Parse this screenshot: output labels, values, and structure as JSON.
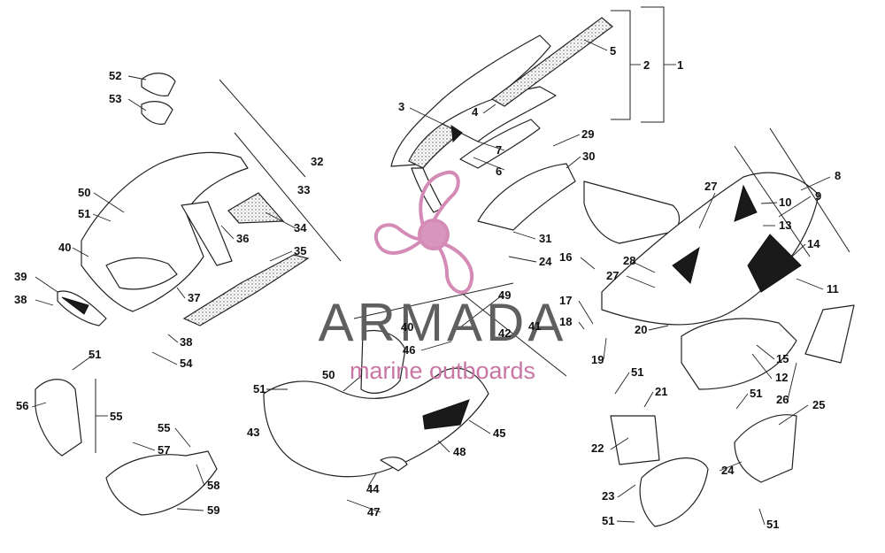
{
  "watermark": {
    "brand": "ARMADA",
    "tagline": "marine outboards",
    "accent_color": "#d48bb5",
    "text_color": "#5f5f5f"
  },
  "callouts": [
    {
      "id": "c1",
      "label": "1"
    },
    {
      "id": "c2",
      "label": "2"
    },
    {
      "id": "c3",
      "label": "3"
    },
    {
      "id": "c4",
      "label": "4"
    },
    {
      "id": "c5",
      "label": "5"
    },
    {
      "id": "c6",
      "label": "6"
    },
    {
      "id": "c7",
      "label": "7"
    },
    {
      "id": "c8",
      "label": "8"
    },
    {
      "id": "c9",
      "label": "9"
    },
    {
      "id": "c10",
      "label": "10"
    },
    {
      "id": "c11",
      "label": "11"
    },
    {
      "id": "c12",
      "label": "12"
    },
    {
      "id": "c13",
      "label": "13"
    },
    {
      "id": "c14",
      "label": "14"
    },
    {
      "id": "c15",
      "label": "15"
    },
    {
      "id": "c16",
      "label": "16"
    },
    {
      "id": "c17",
      "label": "17"
    },
    {
      "id": "c18",
      "label": "18"
    },
    {
      "id": "c19",
      "label": "19"
    },
    {
      "id": "c20",
      "label": "20"
    },
    {
      "id": "c21",
      "label": "21"
    },
    {
      "id": "c22",
      "label": "22"
    },
    {
      "id": "c23",
      "label": "23"
    },
    {
      "id": "c24a",
      "label": "24"
    },
    {
      "id": "c24b",
      "label": "24"
    },
    {
      "id": "c25",
      "label": "25"
    },
    {
      "id": "c26",
      "label": "26"
    },
    {
      "id": "c27a",
      "label": "27"
    },
    {
      "id": "c27b",
      "label": "27"
    },
    {
      "id": "c28",
      "label": "28"
    },
    {
      "id": "c29",
      "label": "29"
    },
    {
      "id": "c30",
      "label": "30"
    },
    {
      "id": "c31",
      "label": "31"
    },
    {
      "id": "c32",
      "label": "32"
    },
    {
      "id": "c33",
      "label": "33"
    },
    {
      "id": "c34",
      "label": "34"
    },
    {
      "id": "c35",
      "label": "35"
    },
    {
      "id": "c36",
      "label": "36"
    },
    {
      "id": "c37",
      "label": "37"
    },
    {
      "id": "c38a",
      "label": "38"
    },
    {
      "id": "c38b",
      "label": "38"
    },
    {
      "id": "c39",
      "label": "39"
    },
    {
      "id": "c40a",
      "label": "40"
    },
    {
      "id": "c40b",
      "label": "40"
    },
    {
      "id": "c41",
      "label": "41"
    },
    {
      "id": "c42",
      "label": "42"
    },
    {
      "id": "c43",
      "label": "43"
    },
    {
      "id": "c44",
      "label": "44"
    },
    {
      "id": "c45",
      "label": "45"
    },
    {
      "id": "c46",
      "label": "46"
    },
    {
      "id": "c47",
      "label": "47"
    },
    {
      "id": "c48",
      "label": "48"
    },
    {
      "id": "c49",
      "label": "49"
    },
    {
      "id": "c50a",
      "label": "50"
    },
    {
      "id": "c50b",
      "label": "50"
    },
    {
      "id": "c51a",
      "label": "51"
    },
    {
      "id": "c51b",
      "label": "51"
    },
    {
      "id": "c51c",
      "label": "51"
    },
    {
      "id": "c51d",
      "label": "51"
    },
    {
      "id": "c51e",
      "label": "51"
    },
    {
      "id": "c51f",
      "label": "51"
    },
    {
      "id": "c51g",
      "label": "51"
    },
    {
      "id": "c52",
      "label": "52"
    },
    {
      "id": "c53",
      "label": "53"
    },
    {
      "id": "c54",
      "label": "54"
    },
    {
      "id": "c55a",
      "label": "55"
    },
    {
      "id": "c55b",
      "label": "55"
    },
    {
      "id": "c56",
      "label": "56"
    },
    {
      "id": "c57",
      "label": "57"
    },
    {
      "id": "c58",
      "label": "58"
    },
    {
      "id": "c59",
      "label": "59"
    }
  ]
}
